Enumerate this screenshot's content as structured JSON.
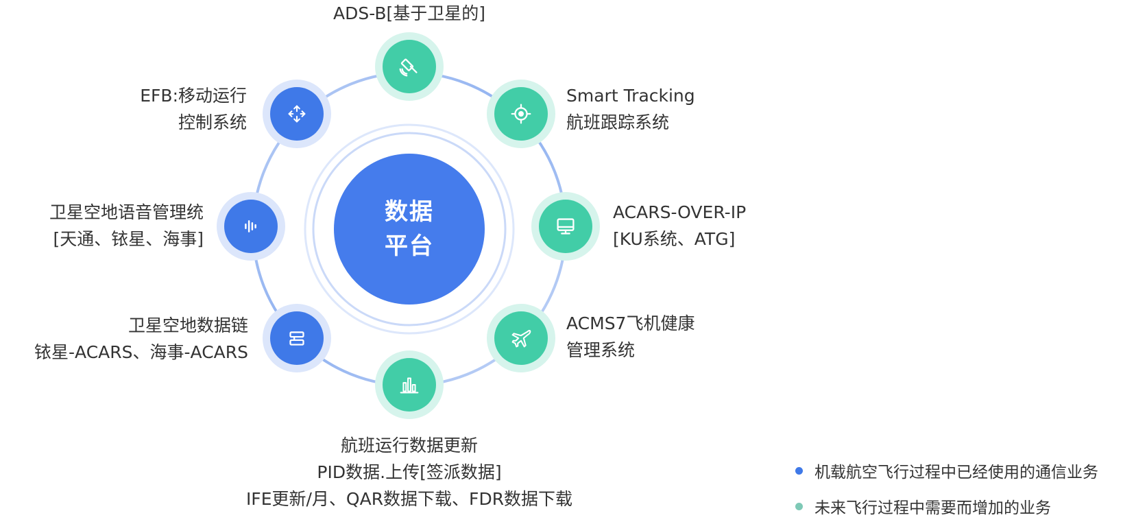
{
  "colors": {
    "existing_blue": "#3f79e8",
    "future_green": "#42cda7",
    "center_blue": "#457cec"
  },
  "center": {
    "line1": "数据",
    "line2": "平台"
  },
  "nodes": [
    {
      "id": "ads-b",
      "kind": "existing",
      "icon": "satellite-icon",
      "lines": [
        "ADS-B[基于卫星的]"
      ]
    },
    {
      "id": "smart-tracking",
      "kind": "future",
      "icon": "target-icon",
      "lines": [
        "Smart Tracking",
        "航班跟踪系统"
      ]
    },
    {
      "id": "acars-over-ip",
      "kind": "future",
      "icon": "monitor-icon",
      "lines": [
        "ACARS-OVER-IP",
        "[KU系统、ATG]"
      ]
    },
    {
      "id": "acms7",
      "kind": "future",
      "icon": "airplane-icon",
      "lines": [
        "ACMS7飞机健康",
        "管理系统"
      ]
    },
    {
      "id": "flight-data-update",
      "kind": "future",
      "icon": "bar-chart-icon",
      "lines": [
        "航班运行数据更新",
        "PID数据.上传[签派数据]",
        "IFE更新/月、QAR数据下载、FDR数据下载"
      ]
    },
    {
      "id": "satellite-data-link",
      "kind": "existing",
      "icon": "server-icon",
      "lines": [
        "卫星空地数据链",
        "铱星-ACARS、海事-ACARS"
      ]
    },
    {
      "id": "satellite-voice",
      "kind": "existing",
      "icon": "audio-wave-icon",
      "lines": [
        "卫星空地语音管理统",
        "[天通、铱星、海事]"
      ]
    },
    {
      "id": "efb",
      "kind": "existing",
      "icon": "move-arrows-icon",
      "lines": [
        "EFB:移动运行",
        "控制系统"
      ]
    }
  ],
  "legend": [
    {
      "kind": "existing",
      "label": "机载航空飞行过程中已经使用的通信业务",
      "color": "#3f79e8"
    },
    {
      "kind": "future",
      "label": "未来飞行过程中需要而增加的业务",
      "color": "#7ec9b6"
    }
  ]
}
